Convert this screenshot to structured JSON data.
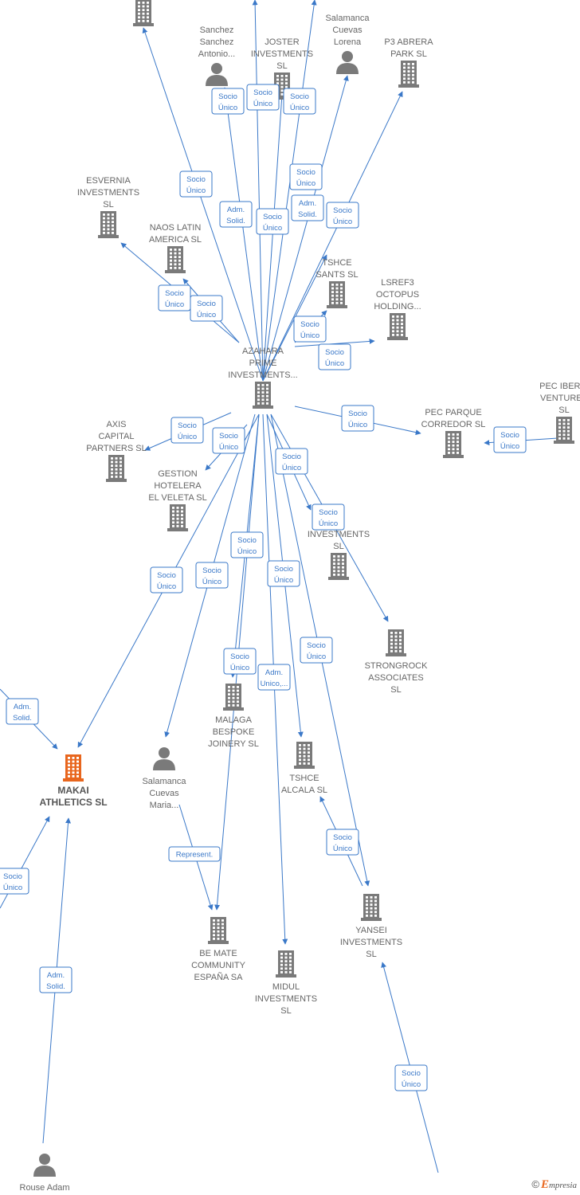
{
  "nodes": [
    {
      "id": "top_co",
      "type": "company",
      "label": [],
      "focus": false
    },
    {
      "id": "sanchez",
      "type": "person",
      "label": [
        "Sanchez",
        "Sanchez",
        "Antonio..."
      ]
    },
    {
      "id": "joster",
      "type": "company",
      "label": [
        "JOSTER",
        "INVESTMENTS",
        "SL"
      ]
    },
    {
      "id": "salamanca_lorena",
      "type": "person",
      "label": [
        "Salamanca",
        "Cuevas",
        "Lorena"
      ]
    },
    {
      "id": "p3abrera",
      "type": "company",
      "label": [
        "P3 ABRERA",
        "PARK  SL"
      ]
    },
    {
      "id": "esvernia",
      "type": "company",
      "label": [
        "ESVERNIA",
        "INVESTMENTS",
        "SL"
      ]
    },
    {
      "id": "naos",
      "type": "company",
      "label": [
        "NAOS LATIN",
        "AMERICA  SL"
      ]
    },
    {
      "id": "tshce_sants",
      "type": "company",
      "label": [
        "TSHCE",
        "SANTS  SL"
      ]
    },
    {
      "id": "lsref3",
      "type": "company",
      "label": [
        "LSREF3",
        "OCTOPUS",
        "HOLDING..."
      ]
    },
    {
      "id": "azahara",
      "type": "company",
      "label": [
        "AZAHARA",
        "PRIME",
        "INVESTMENTS..."
      ]
    },
    {
      "id": "pec_iberia",
      "type": "company",
      "label": [
        "PEC IBERIA",
        "VENTURES",
        "SL"
      ]
    },
    {
      "id": "pec_parque",
      "type": "company",
      "label": [
        "PEC PARQUE",
        "CORREDOR  SL"
      ]
    },
    {
      "id": "axis",
      "type": "company",
      "label": [
        "AXIS",
        "CAPITAL",
        "PARTNERS  SL"
      ]
    },
    {
      "id": "gestion",
      "type": "company",
      "label": [
        "GESTION",
        "HOTELERA",
        "EL VELETA  SL"
      ]
    },
    {
      "id": "dy_inv",
      "type": "company",
      "label": [
        "DY",
        "INVESTMENTS",
        "SL"
      ]
    },
    {
      "id": "strongrock",
      "type": "company",
      "label": [
        "STRONGROCK",
        "ASSOCIATES",
        "SL"
      ]
    },
    {
      "id": "malaga",
      "type": "company",
      "label": [
        "MALAGA",
        "BESPOKE",
        "JOINERY  SL"
      ]
    },
    {
      "id": "tshce_alcala",
      "type": "company",
      "label": [
        "TSHCE",
        "ALCALA  SL"
      ]
    },
    {
      "id": "makai",
      "type": "company",
      "label": [
        "MAKAI",
        "ATHLETICS  SL"
      ],
      "focus": true
    },
    {
      "id": "salamanca_maria",
      "type": "person",
      "label": [
        "Salamanca",
        "Cuevas",
        "Maria..."
      ]
    },
    {
      "id": "yansei",
      "type": "company",
      "label": [
        "YANSEI",
        "INVESTMENTS",
        "SL"
      ]
    },
    {
      "id": "bemate",
      "type": "company",
      "label": [
        "BE MATE",
        "COMMUNITY",
        "ESPAÑA SA"
      ]
    },
    {
      "id": "midul",
      "type": "company",
      "label": [
        "MIDUL",
        "INVESTMENTS",
        "SL"
      ]
    },
    {
      "id": "rouse",
      "type": "person",
      "label": [
        "Rouse Adam"
      ]
    }
  ],
  "edge_labels": [
    [
      "Socio",
      "Único"
    ],
    [
      "Socio",
      "Único"
    ],
    [
      "Socio",
      "Único"
    ],
    [
      "Socio",
      "Único"
    ],
    [
      "Adm.",
      "Solid."
    ],
    [
      "Socio",
      "Único"
    ],
    [
      "Socio",
      "Único"
    ],
    [
      "Adm.",
      "Solid."
    ],
    [
      "Socio",
      "Único"
    ],
    [
      "Socio",
      "Único"
    ],
    [
      "Socio",
      "Único"
    ],
    [
      "Socio",
      "Único"
    ],
    [
      "Socio",
      "Único"
    ],
    [
      "Socio",
      "Único"
    ],
    [
      "Socio",
      "Único"
    ],
    [
      "Socio",
      "Único"
    ],
    [
      "Socio",
      "Único"
    ],
    [
      "Socio",
      "Único"
    ],
    [
      "Socio",
      "Único"
    ],
    [
      "Socio",
      "Único"
    ],
    [
      "Socio",
      "Único"
    ],
    [
      "Socio",
      "Único"
    ],
    [
      "Socio",
      "Único"
    ],
    [
      "Socio",
      "Único"
    ],
    [
      "Adm.",
      "Unico,..."
    ],
    [
      "Socio",
      "Único"
    ],
    [
      "Socio",
      "Único"
    ],
    [
      "Represent."
    ],
    [
      "Adm.",
      "Solid."
    ],
    [
      "Socio",
      "Único"
    ],
    [
      "Adm.",
      "Solid."
    ],
    [
      "Socio",
      "Único"
    ]
  ],
  "footer": {
    "copyright": "©",
    "brand_initial": "E",
    "brand_rest": "mpresia"
  },
  "colors": {
    "edge": "#3a78c8",
    "node": "#7a7a7a",
    "focus_node": "#e8661e",
    "label": "#666666"
  },
  "icons": {
    "company": "building-icon",
    "person": "person-icon"
  }
}
